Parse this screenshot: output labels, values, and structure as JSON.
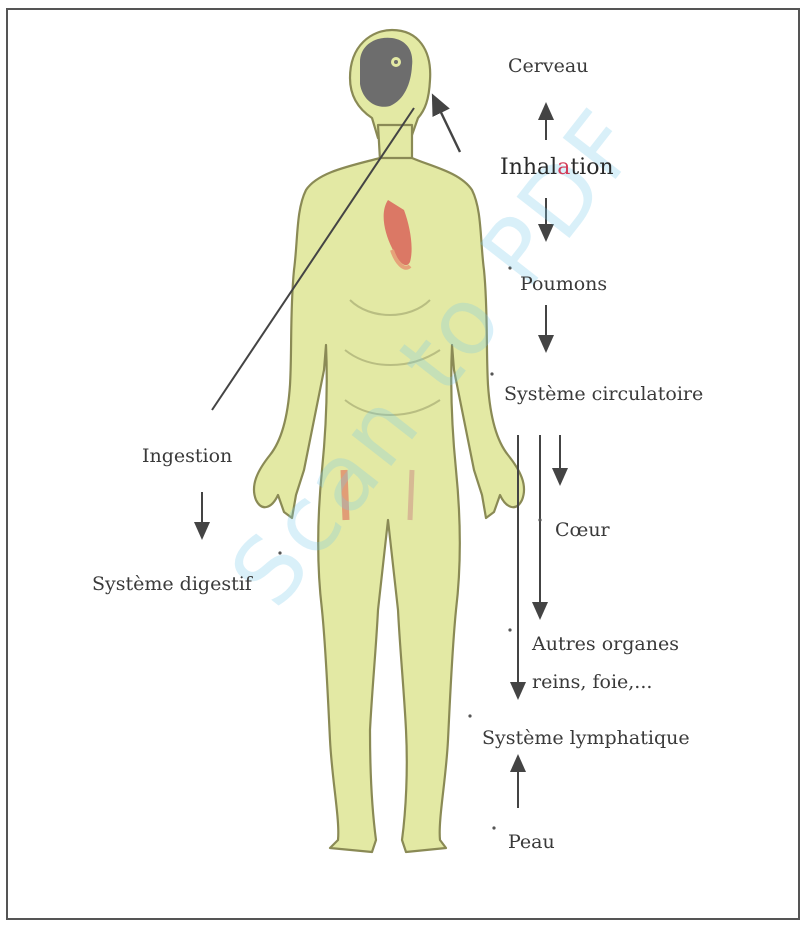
{
  "labels": {
    "cerveau": "Cerveau",
    "inhalation_a": "Inhal",
    "inhalation_b": "a",
    "inhalation_c": "tion",
    "poumons": "Poumons",
    "systeme_circulatoire": "Système circulatoire",
    "ingestion": "Ingestion",
    "systeme_digestif": "Système digestif",
    "coeur": "Cœur",
    "autres_organes_line1": "Autres organes",
    "autres_organes_line2": "reins, foie,...",
    "systeme_lymphatique": "Système lymphatique",
    "peau": "Peau"
  },
  "watermark": "Scan to PDF",
  "colors": {
    "body_fill": "#e3e9a4",
    "body_stroke": "#8a8a55",
    "head_organ": "#6d6d6d",
    "organ_red": "#d9645a",
    "arrow": "#444444",
    "highlight": "#d23c58"
  }
}
